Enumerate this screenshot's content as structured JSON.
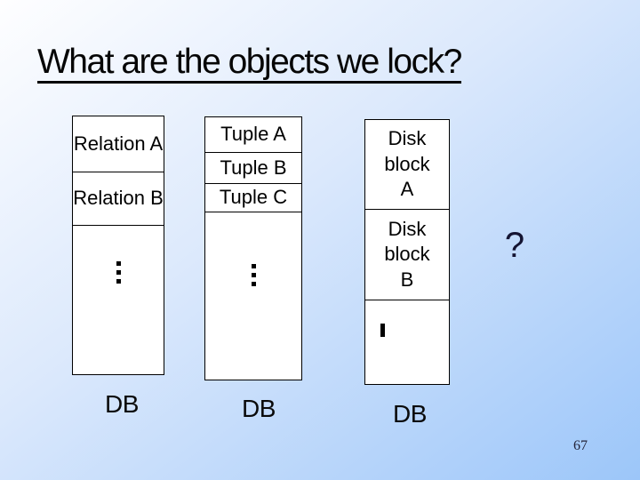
{
  "slide": {
    "title": "What are the objects we lock?",
    "question_mark": "?",
    "page_number": "67"
  },
  "colors": {
    "background_from": "#fefeff",
    "background_to": "#9cc6f9",
    "box_fill": "#ffffff",
    "box_border": "#000000",
    "text": "#000000",
    "question_mark": "#141432"
  },
  "icons": {
    "ellipsis": "vertical-ellipsis-icon"
  },
  "columns": [
    {
      "name": "relations",
      "rows": [
        "Relation A",
        "Relation B"
      ],
      "footer_label": "DB"
    },
    {
      "name": "tuples",
      "rows": [
        "Tuple A",
        "Tuple B",
        "Tuple C"
      ],
      "footer_label": "DB"
    },
    {
      "name": "disk_blocks",
      "rows": [
        "Disk block A",
        "Disk block B"
      ],
      "footer_label": "DB"
    }
  ]
}
